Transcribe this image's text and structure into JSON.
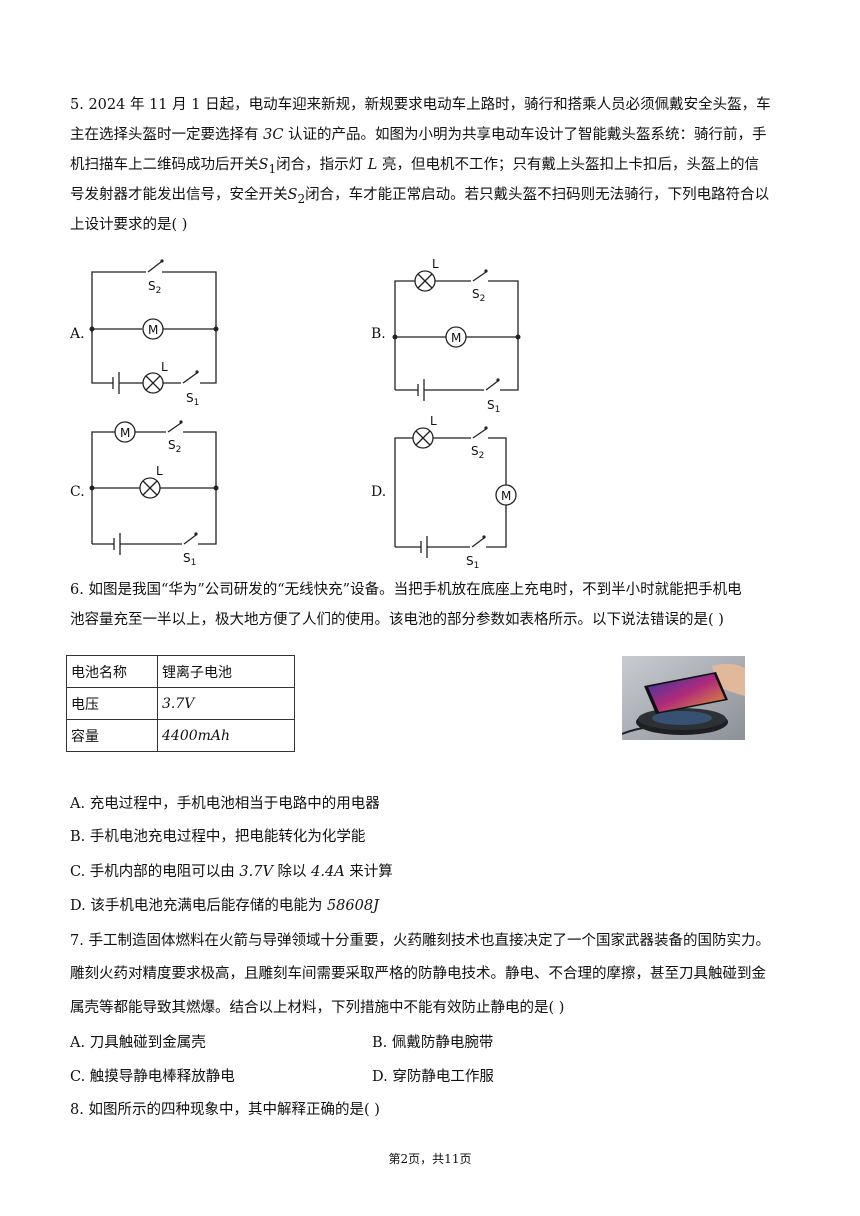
{
  "q5": {
    "line1": "5. 2024 年 11 月 1 日起，电动车迎来新规，新规要求电动车上路时，骑行和搭乘人员必须佩戴安全头盔，车",
    "line2a": "主在选择头盔时一定要选择有 ",
    "line2b": "3C",
    "line2c": " 认证的产品。如图为小明为共享电动车设计了智能戴头盔系统：骑行前，手",
    "line3a": "机扫描车上二维码成功后开关",
    "line3b": "S",
    "line3c": "1",
    "line3d": "闭合，指示灯 ",
    "line3e": "L",
    "line3f": " 亮，但电机不工作；只有戴上头盔扣上卡扣后，头盔上的信",
    "line4a": "号发射器才能发出信号，安全开关",
    "line4b": "S",
    "line4c": "2",
    "line4d": "闭合，车才能正常启动。若只戴头盔不扫码则无法骑行，下列电路符合以",
    "line5": "上设计要求的是(    )",
    "opt_a": "A.",
    "opt_b": "B.",
    "opt_c": "C.",
    "opt_d": "D.",
    "sym_m": "M",
    "sym_l": "L",
    "sym_s": "S",
    "sub_1": "1",
    "sub_2": "2"
  },
  "q6": {
    "line1": "6. 如图是我国“华为”公司研发的“无线快充”设备。当把手机放在底座上充电时，不到半小时就能把手机电",
    "line2": "池容量充至一半以上，极大地方便了人们的使用。该电池的部分参数如表格所示。以下说法错误的是(    )",
    "table": [
      {
        "k": "电池名称",
        "v": "锂离子电池"
      },
      {
        "k": "电压",
        "v": "3.7V"
      },
      {
        "k": "容量",
        "v": "4400mAh"
      }
    ],
    "opt_a": "A. 充电过程中，手机电池相当于电路中的用电器",
    "opt_b": "B. 手机电池充电过程中，把电能转化为化学能",
    "opt_c1": "C. 手机内部的电阻可以由 ",
    "opt_c2": "3.7V",
    "opt_c3": " 除以 ",
    "opt_c4": "4.4A",
    "opt_c5": " 来计算",
    "opt_d1": "D. 该手机电池充满电后能存储的电能为 ",
    "opt_d2": "58608J"
  },
  "q7": {
    "line1": "7. 手工制造固体燃料在火箭与导弹领域十分重要，火药雕刻技术也直接决定了一个国家武器装备的国防实力。",
    "line2": "雕刻火药对精度要求极高，且雕刻车间需要采取严格的防静电技术。静电、不合理的摩擦，甚至刀具触碰到金",
    "line3": "属壳等都能导致其燃爆。结合以上材料，下列措施中不能有效防止静电的是(    )",
    "opt_a": "A. 刀具触碰到金属壳",
    "opt_b": "B. 佩戴防静电腕带",
    "opt_c": "C. 触摸导静电棒释放静电",
    "opt_d": "D. 穿防静电工作服"
  },
  "q8": {
    "line1": "8. 如图所示的四种现象中，其中解释正确的是(    )"
  },
  "footer": "第2页，共11页"
}
